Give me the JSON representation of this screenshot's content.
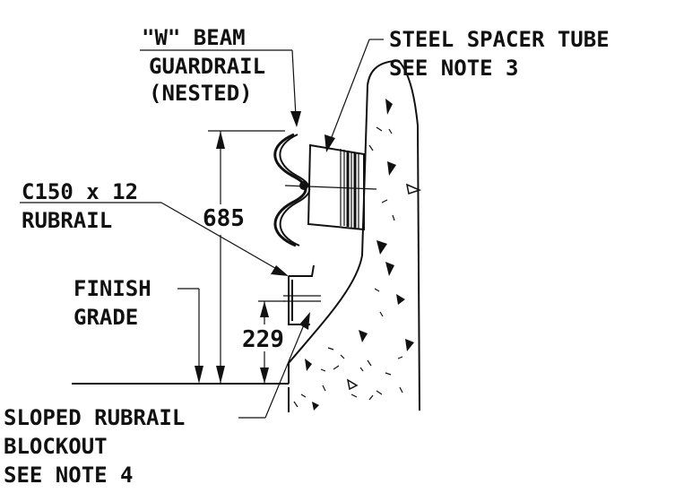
{
  "labels": {
    "w_beam_line1": "\"W\" BEAM",
    "w_beam_line2": "GUARDRAIL",
    "w_beam_line3": "(NESTED)",
    "spacer_line1": "STEEL SPACER TUBE",
    "spacer_line2": "SEE NOTE 3",
    "rubrail_line1": "C150 x 12",
    "rubrail_line2": "RUBRAIL",
    "finish_line1": "FINISH",
    "finish_line2": "GRADE",
    "blockout_line1": "SLOPED RUBRAIL",
    "blockout_line2": "BLOCKOUT",
    "blockout_line3": "SEE NOTE 4"
  },
  "dimensions": {
    "rail_height": "685",
    "rubrail_height": "229"
  },
  "colors": {
    "ink": "#111111",
    "paper": "#ffffff"
  }
}
